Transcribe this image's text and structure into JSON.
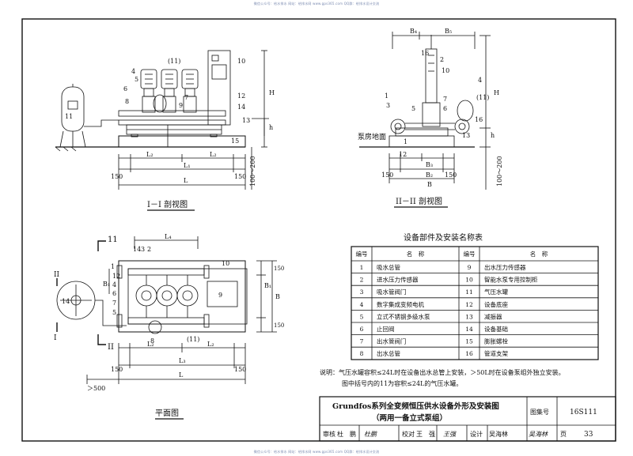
{
  "watermark": "微信公众号：给水排水  网站：给排水网 www.gps365.com  QQ群：给排水设计交流",
  "views": {
    "section1": {
      "title": "I－I 剖视图"
    },
    "section2": {
      "title": "II－II 剖视图",
      "floor_label": "泵房地面"
    },
    "plan": {
      "title": "平面图"
    }
  },
  "callouts": [
    "1",
    "2",
    "3",
    "4",
    "5",
    "6",
    "7",
    "8",
    "9",
    "10",
    "(11)",
    "11",
    "12",
    "13",
    "14",
    "15",
    "16",
    "2",
    "10",
    "4",
    "(11)",
    "7",
    "6",
    "5",
    "3",
    "1",
    "13",
    "16",
    "12",
    "14",
    "3",
    "2",
    "1",
    "12",
    "4",
    "6",
    "7",
    "5",
    "8",
    "(11)",
    "9",
    "10",
    "14",
    "11",
    "II",
    "II",
    "I",
    "I"
  ],
  "dims": {
    "L": "L",
    "L1": "L₁",
    "L2": "L₂",
    "L3": "L₃",
    "L4": "L₄",
    "B": "B",
    "B1": "B₁",
    "B2": "B₂",
    "B3": "B₃",
    "B4": "B₄",
    "B5": "B₅",
    "H": "H",
    "h": "h",
    "d150": "150",
    "d100_200": "100～200",
    "d500": "＞500",
    "d150v": "150"
  },
  "parts_table": {
    "title": "设备部件及安装名称表",
    "headers": [
      "编号",
      "名　称",
      "编号",
      "名　称"
    ],
    "rows": [
      [
        "1",
        "吸水总管",
        "9",
        "出水压力传感器"
      ],
      [
        "2",
        "进水压力传感器",
        "10",
        "智能水泵专用控制柜"
      ],
      [
        "3",
        "吸水管阀门",
        "11",
        "气压水罐"
      ],
      [
        "4",
        "数字集成变频电机",
        "12",
        "设备底座"
      ],
      [
        "5",
        "立式不锈钢多级水泵",
        "13",
        "减振器"
      ],
      [
        "6",
        "止回阀",
        "14",
        "设备基础"
      ],
      [
        "7",
        "出水管阀门",
        "15",
        "膨胀螺栓"
      ],
      [
        "8",
        "出水总管",
        "16",
        "管道支架"
      ]
    ]
  },
  "notes": {
    "line1": "说明：气压水罐容积≤24L时在设备出水总管上安装，＞50L时在设备泵组外独立安装。",
    "line2": "图中括号内的11为容积≤24L的气压水罐。"
  },
  "title_block": {
    "title_line1": "Grundfos系列全变频恒压供水设备外形及安装图",
    "title_line2": "（两用一备立式泵组）",
    "atlas_label": "图集号",
    "atlas_no": "16S111",
    "review_label": "审核",
    "review_name": "杜　鹏",
    "review_sig": "杜鹏",
    "check_label": "校对",
    "check_name": "王　强",
    "check_sig": "王强",
    "design_label": "设计",
    "design_name": "吴海林",
    "design_sig": "吴海林",
    "page_label": "页",
    "page_no": "33"
  },
  "colors": {
    "line": "#111111",
    "watermark": "#7a8ab0",
    "background": "#ffffff"
  }
}
